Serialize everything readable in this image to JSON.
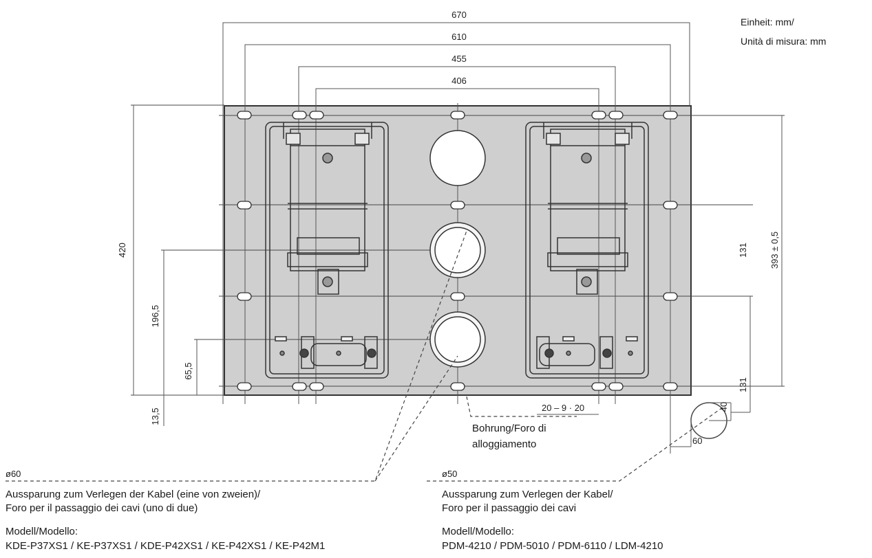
{
  "units": {
    "line1": "Einheit: mm/",
    "line2": "Unità di misura: mm"
  },
  "dimensions": {
    "w670": "670",
    "w610": "610",
    "w455": "455",
    "w406": "406",
    "h420": "420",
    "h196": "196,5",
    "h65": "65,5",
    "h13": "13,5",
    "h131a": "131",
    "h393": "393 ± 0,5",
    "h131b": "131",
    "h40": "40",
    "w60": "60",
    "slot": "20 – 9 · 20"
  },
  "bore": {
    "line1": "Bohrung/Foro di",
    "line2": "alloggiamento"
  },
  "left_callout": {
    "diameter": "ø60",
    "line1": "Aussparung zum Verlegen der Kabel (eine von zweien)/",
    "line2": "Foro per il passaggio dei cavi (uno di due)",
    "model_label": "Modell/Modello:",
    "models": "KDE-P37XS1 / KE-P37XS1 / KDE-P42XS1 / KE-P42XS1 / KE-P42M1"
  },
  "right_callout": {
    "diameter": "ø50",
    "line1": "Aussparung zum Verlegen der Kabel/",
    "line2": "Foro per il passaggio dei cavi",
    "model_label": "Modell/Modello:",
    "models": "PDM-4210 / PDM-5010 / PDM-6110 / LDM-4210"
  }
}
